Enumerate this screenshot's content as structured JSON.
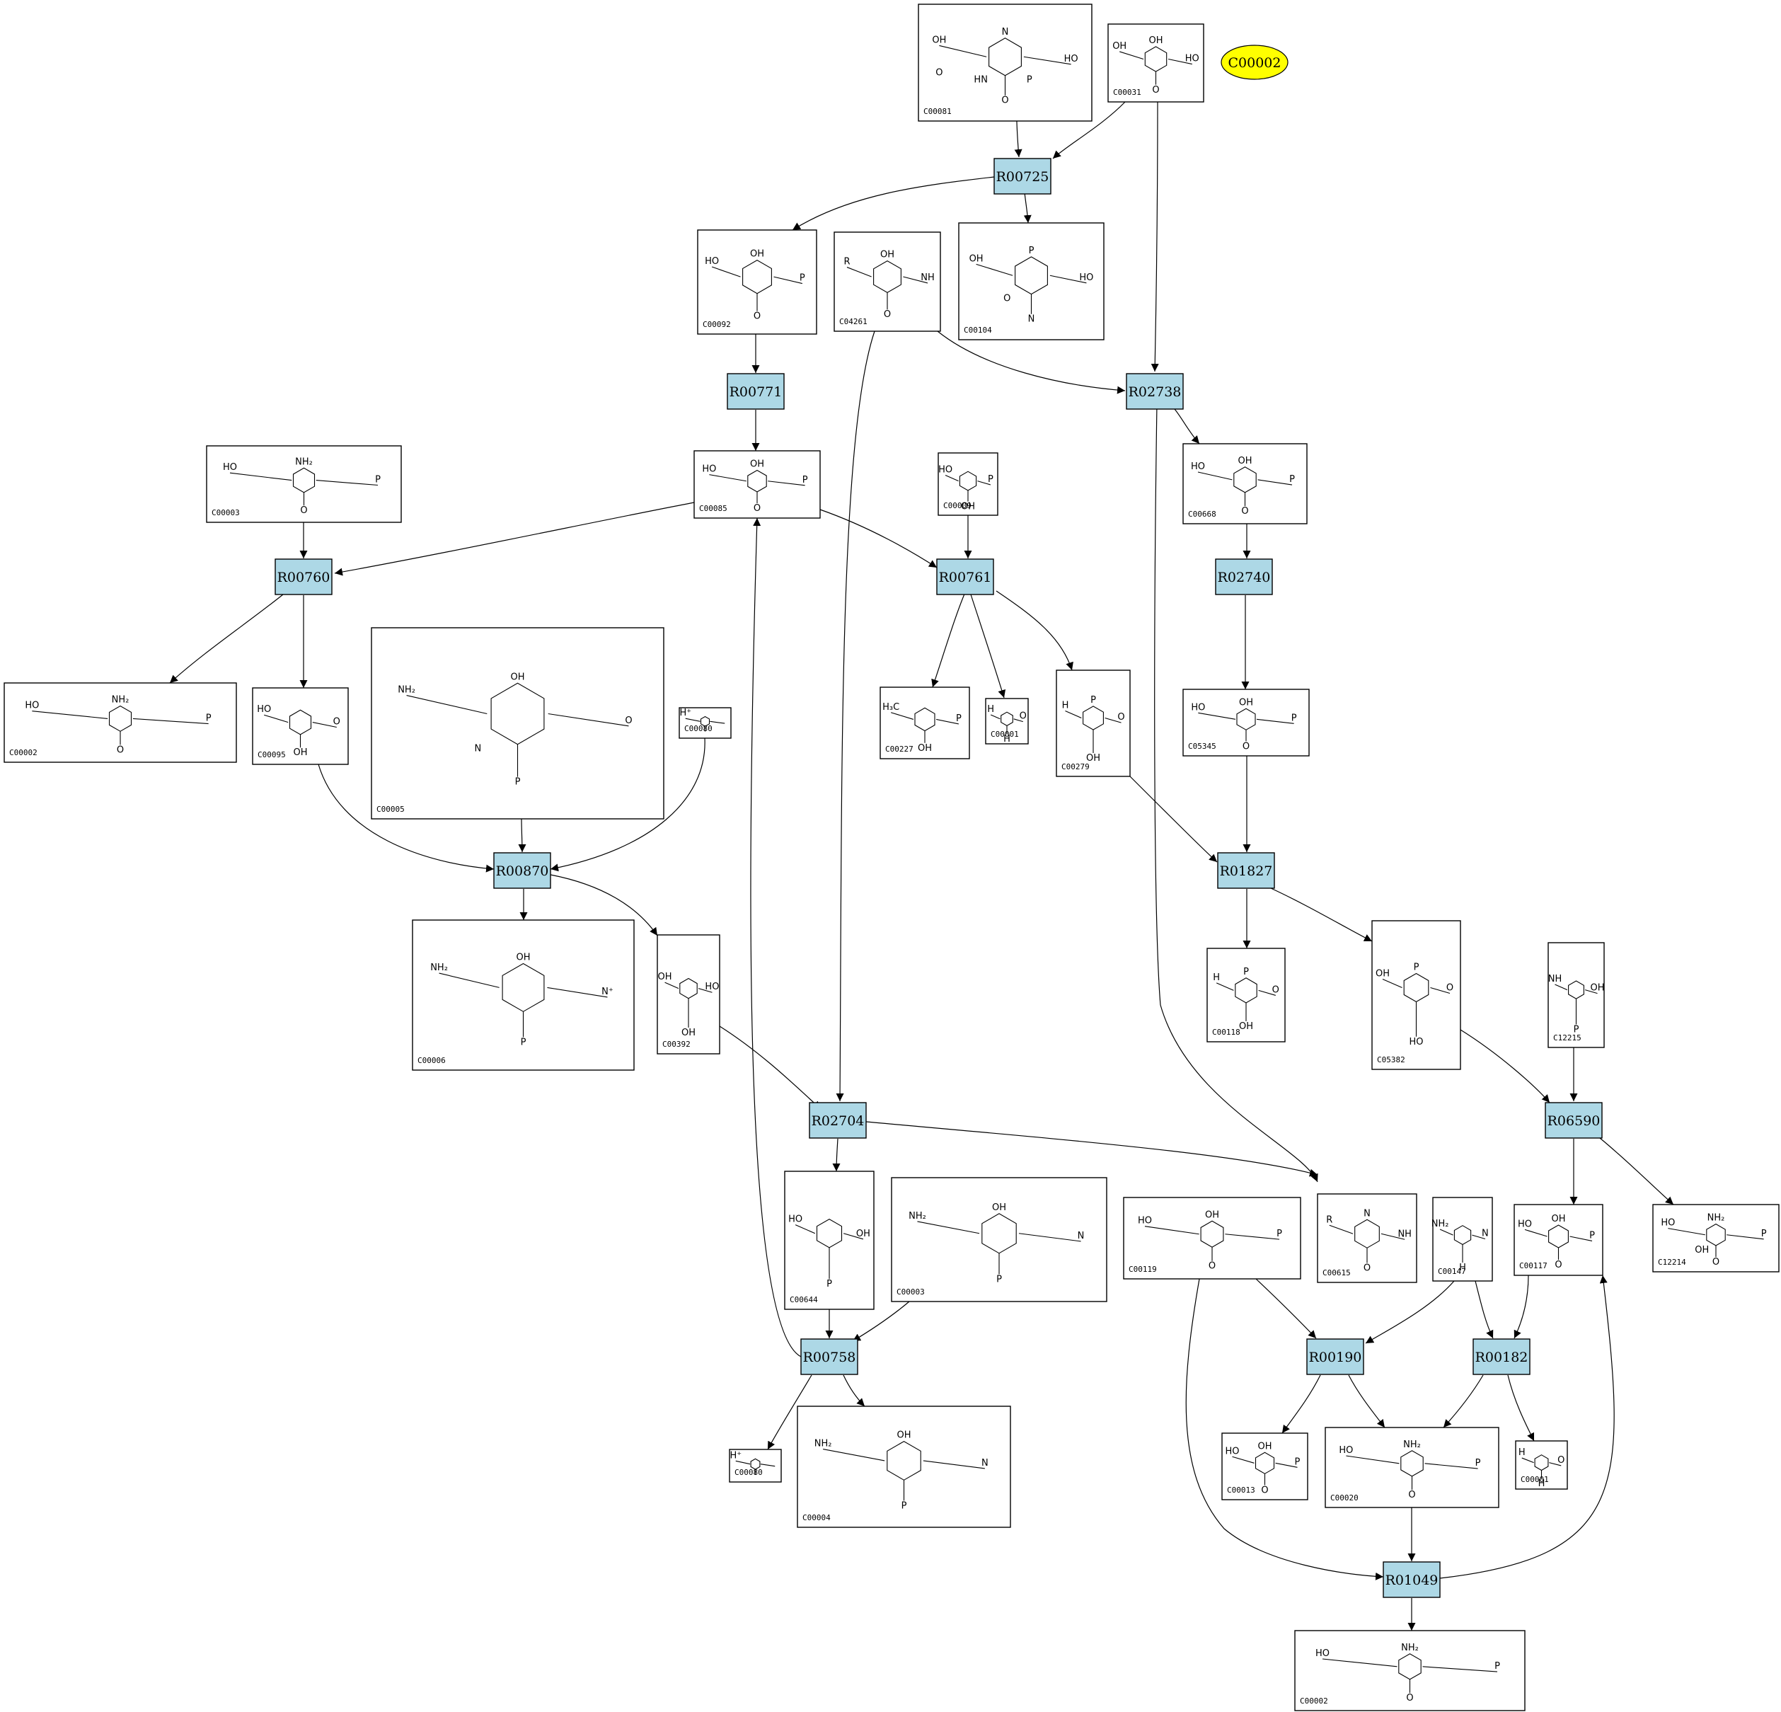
{
  "highlight": {
    "label": "C00002",
    "color": "#ffff00"
  },
  "colors": {
    "reaction_fill": "#add8e6",
    "compound_fill": "#ffffff",
    "line": "#000000"
  },
  "reactions": {
    "R00725": "R00725",
    "R00771": "R00771",
    "R02738": "R02738",
    "R00760": "R00760",
    "R00761": "R00761",
    "R02740": "R02740",
    "R00870": "R00870",
    "R01827": "R01827",
    "R06590": "R06590",
    "R02704": "R02704",
    "R00758": "R00758",
    "R00190": "R00190",
    "R00182": "R00182",
    "R01049": "R01049"
  },
  "compounds": {
    "n1": {
      "id": "C00081",
      "text": [
        "OH",
        "HO",
        "O",
        "N",
        "HN",
        "P",
        "O"
      ]
    },
    "n2": {
      "id": "C00031",
      "text": [
        "OH",
        "HO",
        "O",
        "OH"
      ]
    },
    "n3": {
      "id": "C00092",
      "text": [
        "HO",
        "P",
        "O",
        "OH"
      ]
    },
    "n4": {
      "id": "C04261",
      "text": [
        "R",
        "NH",
        "O",
        "OH"
      ]
    },
    "n5": {
      "id": "C00104",
      "text": [
        "OH",
        "HO",
        "N",
        "P",
        "O"
      ]
    },
    "n6": {
      "id": "C00085",
      "text": [
        "HO",
        "P",
        "O",
        "OH"
      ]
    },
    "n7": {
      "id": "C00003",
      "text": [
        "HO",
        "P",
        "O",
        "NH₂"
      ]
    },
    "n8": {
      "id": "C00009",
      "text": [
        "HO",
        "P",
        "OH"
      ]
    },
    "n9": {
      "id": "C00668",
      "text": [
        "HO",
        "P",
        "O",
        "OH"
      ]
    },
    "n10": {
      "id": "C00002",
      "text": [
        "HO",
        "P",
        "O",
        "NH₂"
      ]
    },
    "n11": {
      "id": "C00095",
      "text": [
        "HO",
        "O",
        "OH"
      ]
    },
    "n12": {
      "id": "C00005",
      "text": [
        "NH₂",
        "O",
        "P",
        "OH",
        "N"
      ]
    },
    "n13": {
      "id": "C00080",
      "text": [
        "H⁺"
      ]
    },
    "n14": {
      "id": "C00227",
      "text": [
        "H₃C",
        "P",
        "OH"
      ]
    },
    "n15": {
      "id": "C00001",
      "text": [
        "H",
        "O",
        "H"
      ]
    },
    "n16": {
      "id": "C00279",
      "text": [
        "H",
        "O",
        "OH",
        "P"
      ]
    },
    "n17": {
      "id": "C05345",
      "text": [
        "HO",
        "P",
        "O",
        "OH"
      ]
    },
    "n18": {
      "id": "C00006",
      "text": [
        "NH₂",
        "N⁺",
        "P",
        "OH"
      ]
    },
    "n19": {
      "id": "C00392",
      "text": [
        "OH",
        "HO",
        "OH"
      ]
    },
    "n20": {
      "id": "C00118",
      "text": [
        "H",
        "O",
        "OH",
        "P"
      ]
    },
    "n21": {
      "id": "C05382",
      "text": [
        "OH",
        "O",
        "HO",
        "P"
      ]
    },
    "n22": {
      "id": "C12215",
      "text": [
        "NH",
        "OH",
        "P"
      ]
    },
    "n23": {
      "id": "C00644",
      "text": [
        "HO",
        "OH",
        "P"
      ]
    },
    "n24": {
      "id": "C00003",
      "text": [
        "NH₂",
        "N",
        "P",
        "OH"
      ]
    },
    "n25": {
      "id": "C00119",
      "text": [
        "HO",
        "P",
        "O",
        "OH"
      ]
    },
    "n26": {
      "id": "C00615",
      "text": [
        "R",
        "NH",
        "O",
        "N"
      ]
    },
    "n27": {
      "id": "C00147",
      "text": [
        "NH₂",
        "N",
        "H"
      ]
    },
    "n28": {
      "id": "C00117",
      "text": [
        "HO",
        "P",
        "O",
        "OH"
      ]
    },
    "n29": {
      "id": "C12214",
      "text": [
        "HO",
        "P",
        "O",
        "NH₂",
        "OH"
      ]
    },
    "n30": {
      "id": "C00080",
      "text": [
        "H⁺"
      ]
    },
    "n31": {
      "id": "C00004",
      "text": [
        "NH₂",
        "N",
        "P",
        "OH"
      ]
    },
    "n32": {
      "id": "C00013",
      "text": [
        "HO",
        "P",
        "O",
        "OH"
      ]
    },
    "n33": {
      "id": "C00020",
      "text": [
        "HO",
        "P",
        "O",
        "NH₂"
      ]
    },
    "n34": {
      "id": "C00001",
      "text": [
        "H",
        "O",
        "H"
      ]
    },
    "n35": {
      "id": "C00002",
      "text": [
        "HO",
        "P",
        "O",
        "NH₂"
      ]
    }
  }
}
